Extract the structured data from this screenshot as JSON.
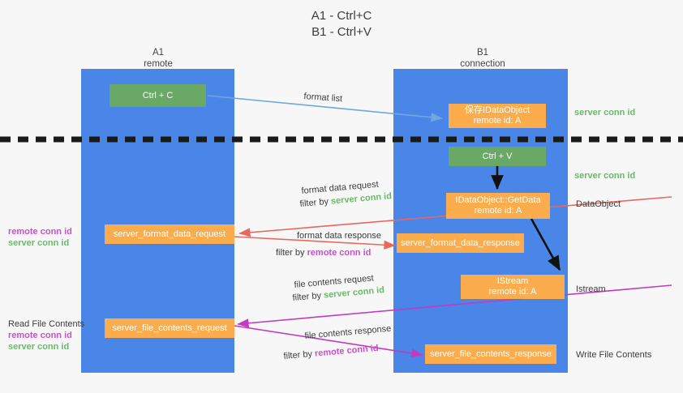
{
  "title": {
    "line1": "A1 - Ctrl+C",
    "line2": "B1 - Ctrl+V"
  },
  "columns": [
    {
      "name": "A1",
      "sub": "remote"
    },
    {
      "name": "B1",
      "sub": "connection"
    }
  ],
  "boxes": [
    {
      "id": "ctrl-c",
      "label1": "Ctrl + C",
      "label2": "",
      "color": "#6aa965"
    },
    {
      "id": "save-idataobject",
      "label1": "保存IDataObject",
      "label2": "remote id: A",
      "color": "#fbac4c"
    },
    {
      "id": "ctrl-v",
      "label1": "Ctrl + V",
      "label2": "",
      "color": "#6aa965"
    },
    {
      "id": "idataobject-getdata",
      "label1": "IDataObject::GetData",
      "label2": "remote id: A",
      "color": "#fbac4c"
    },
    {
      "id": "server-format-data-request",
      "label1": "server_format_data_request",
      "label2": "",
      "color": "#fbac4c"
    },
    {
      "id": "server-format-data-response",
      "label1": "server_format_data_response",
      "label2": "",
      "color": "#fbac4c"
    },
    {
      "id": "istream",
      "label1": "IStream",
      "label2": "remote id: A",
      "color": "#fbac4c"
    },
    {
      "id": "server-file-contents-request",
      "label1": "server_file_contents_request",
      "label2": "",
      "color": "#fbac4c"
    },
    {
      "id": "server-file-contents-response",
      "label1": "server_file_contents_response",
      "label2": "",
      "color": "#fbac4c"
    }
  ],
  "edge_labels": {
    "format_list": "format list",
    "format_data_request": "format data request",
    "format_data_request_filter_prefix": "filter by ",
    "format_data_request_filter_value": "server conn id",
    "format_data_response": "format data response",
    "format_data_response_filter_prefix": "filter by ",
    "format_data_response_filter_value": "remote conn id",
    "file_contents_request": "file contents request",
    "file_contents_request_filter_prefix": "filter by ",
    "file_contents_request_filter_value": "server conn id",
    "file_contents_response": "file contents response",
    "file_contents_response_filter_prefix": "filter by ",
    "file_contents_response_filter_value": "remote conn id"
  },
  "right_annotations": [
    {
      "id": "server-conn-id-top",
      "text": "server conn id",
      "kind": "green"
    },
    {
      "id": "server-conn-id-second",
      "text": "server conn id",
      "kind": "green"
    },
    {
      "id": "dataobject",
      "text": "DataObject",
      "kind": "plain"
    },
    {
      "id": "istream-label",
      "text": "Istream",
      "kind": "plain"
    },
    {
      "id": "write-file-contents",
      "text": "Write File Contents",
      "kind": "plain"
    }
  ],
  "left_annotations": [
    {
      "id": "format-conn-ids",
      "line1": "remote conn id",
      "line2": "server conn id",
      "heading": ""
    },
    {
      "id": "read-file-contents",
      "line1": "remote conn id",
      "line2": "server conn id",
      "heading": "Read File Contents"
    }
  ],
  "colors": {
    "lane": "#4a86e8",
    "green_box": "#6aa965",
    "orange_box": "#fbac4c",
    "arrow_red": "#e8685f",
    "arrow_magenta": "#c13bc1",
    "arrow_blue": "#6fa8dc",
    "arrow_black": "#111111",
    "divider": "#1a1a1a",
    "background": "#f7f7f7"
  }
}
